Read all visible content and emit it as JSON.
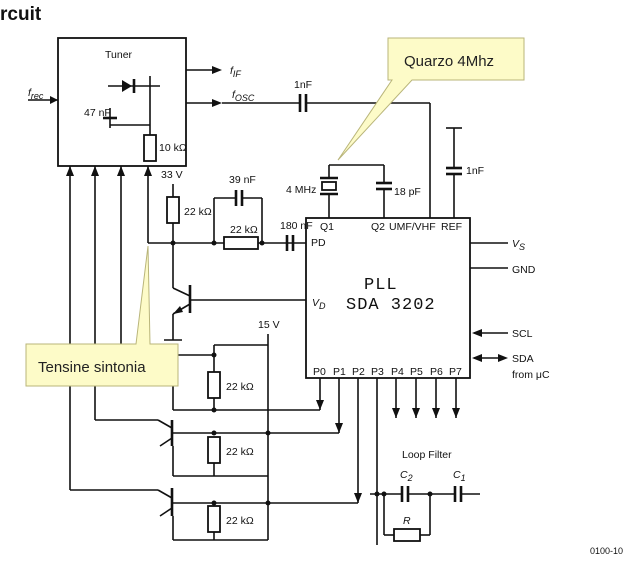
{
  "header": {
    "title_fragment": "rcuit"
  },
  "tuner": {
    "title": "Tuner",
    "c47": "47 nF",
    "r10k": "10 kΩ",
    "f_rec": "f",
    "f_rec_sub": "rec",
    "f_if": "f",
    "f_if_sub": "IF",
    "f_osc": "f",
    "f_osc_sub": "OSC"
  },
  "components": {
    "c_top": "1nF",
    "c_ref": "1nF",
    "c_39": "39 nF",
    "r_22_h": "22 kΩ",
    "r_22_v": "22 kΩ",
    "c_180": "180 nF",
    "v33": "33 V",
    "v15": "15 V",
    "quartz": "4 MHz",
    "c18": "18 pF",
    "r_p0": "22 kΩ",
    "r_p1": "22 kΩ",
    "r_p2": "22 kΩ",
    "loop_filter": "Loop Filter",
    "c2": "C",
    "c2_sub": "2",
    "c1": "C",
    "c1_sub": "1",
    "r": "R"
  },
  "pll": {
    "line1": "PLL",
    "line2": "SDA 3202",
    "pin_q1": "Q1",
    "pin_q2": "Q2",
    "pin_umf": "UMF/VHF",
    "pin_ref": "REF",
    "pin_pd": "PD",
    "pin_vd": "V",
    "pin_vd_sub": "D",
    "pins_bottom": [
      "P0",
      "P1",
      "P2",
      "P3",
      "P4",
      "P5",
      "P6",
      "P7"
    ],
    "pin_vs": "V",
    "pin_vs_sub": "S",
    "pin_gnd": "GND",
    "pin_scl": "SCL",
    "pin_sda": "SDA",
    "from_uc": "from μC"
  },
  "callouts": {
    "quarzo": "Quarzo 4Mhz",
    "tensione": "Tensine sintonia"
  },
  "footer": {
    "code": "0100-10"
  }
}
